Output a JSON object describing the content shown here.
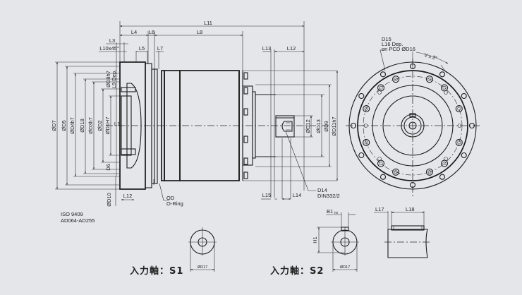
{
  "side_view": {
    "length_labels": {
      "overall": "L11",
      "l4": "L4",
      "l6_top": "L6",
      "l8": "L8",
      "l3": "L3",
      "chamfer": "L10x45°",
      "l5": "L5",
      "l7": "L7",
      "l13": "L13",
      "l12_top": "L12",
      "l12_bottom": "L12",
      "l15": "L15",
      "l14": "L14",
      "l1": "L1"
    },
    "diameter_labels": {
      "d7": "ØD7",
      "d5": "ØD5",
      "d4": "ØD4h7",
      "d18": "ØD18",
      "d3": "ØD3h7",
      "d2": "ØD2",
      "d1": "ØD1H7",
      "d8": "ØD8h7",
      "l9_dep": "L9 Dep.",
      "d6": "D6",
      "d10": "ØD10",
      "d12": "ØD12",
      "d13": "ØD13",
      "d9": "ØD9",
      "d11": "ØD11h7"
    },
    "oring_note": [
      "OD",
      "O-Ring"
    ],
    "center_hole_note": [
      "D14",
      "DIN332/2"
    ]
  },
  "standard_note": [
    "ISO 9409",
    "AD064-AD255"
  ],
  "front_view": {
    "hole_note": [
      "D15",
      "L16 Dep.",
      "on PCD ØD16"
    ],
    "angle_label": "V x Z°"
  },
  "shaft_s1": {
    "caption": "入力軸：S1",
    "dia_label": "ØD17"
  },
  "shaft_s2": {
    "caption": "入力軸：S2",
    "key_width_label": "B1",
    "key_width_tol": "h9",
    "height_label": "H1",
    "dia_label": "ØD17"
  },
  "shaft_side": {
    "l17": "L17",
    "l18": "L18"
  }
}
